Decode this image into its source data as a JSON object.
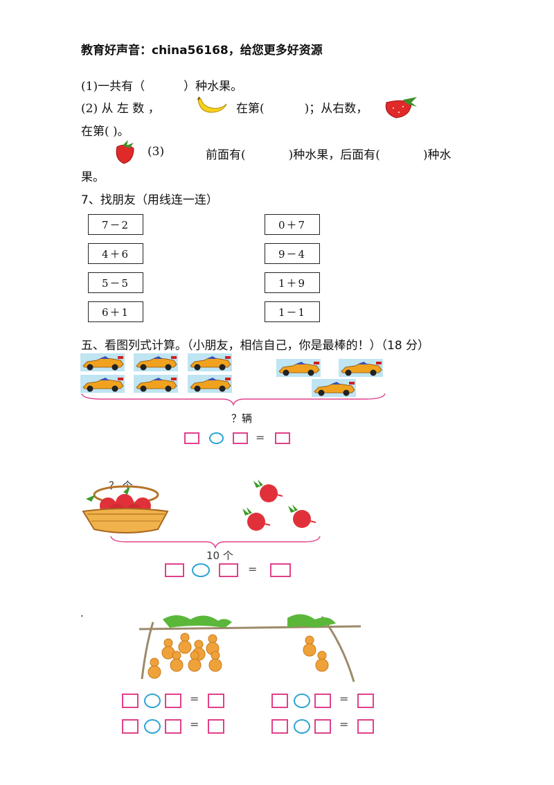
{
  "header": "教育好声音：china56168，给您更多好资源",
  "q6": {
    "line1_a": "(1)一共有（",
    "line1_b": "）种水果。",
    "line2_a": "(2)  从  左  数  ，",
    "line2_b": "在第(",
    "line2_c": ")；从右数，",
    "line3": "在第(        )。",
    "line4_a": "(3)",
    "line4_b": "前面有(",
    "line4_c": ")种水果，后面有(",
    "line4_d": ")种水",
    "line5": "果。"
  },
  "q7": {
    "title": "7、找朋友（用线连一连）",
    "left": [
      "7－2",
      "4＋6",
      "5－5",
      "6＋1"
    ],
    "right": [
      "0＋7",
      "9－4",
      "1＋9",
      "1－1"
    ]
  },
  "section5": {
    "title": "五、看图列式计算。（小朋友，相信自己，你是最棒的！）（18 分）",
    "cars_label": "？辆",
    "basket_label": "？ 个",
    "total_label": "10 个",
    "dot": "."
  },
  "equation": {
    "equals": "="
  }
}
